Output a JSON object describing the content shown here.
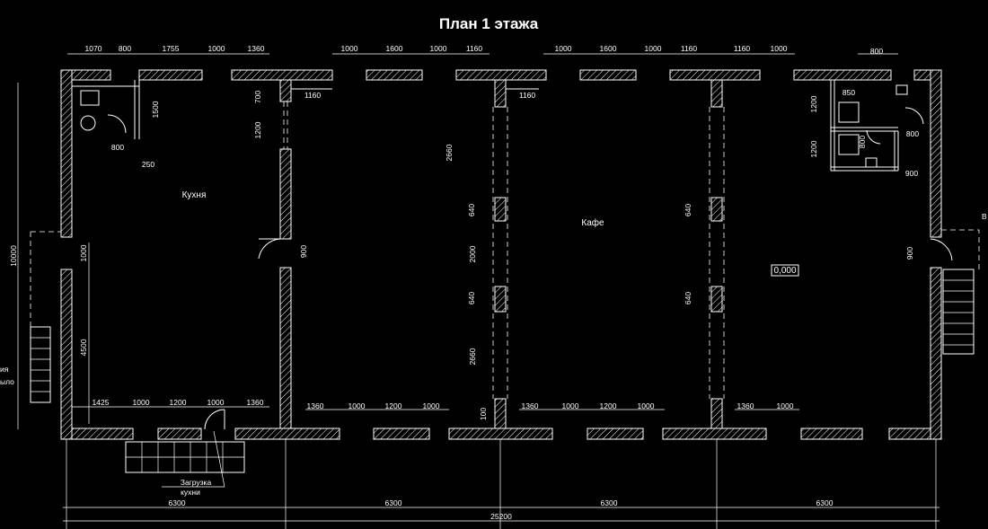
{
  "title": "План 1 этажа",
  "rooms": {
    "kitchen": "Кухня",
    "cafe": "Кафе",
    "level": "0,000",
    "loading_line1": "Загрузка",
    "loading_line2": "кухни",
    "side_left_1": "ия",
    "side_left_2": "ыло",
    "side_right": "В"
  },
  "dims_top": [
    "1070",
    "800",
    "1755",
    "1000",
    "1360",
    "1000",
    "1600",
    "1000",
    "1160",
    "1000",
    "1600",
    "1000",
    "1160",
    "1160",
    "1000",
    "800"
  ],
  "dims_inner": {
    "d700": "700",
    "d1160a": "1160",
    "d1160b": "1160",
    "d1500": "1500",
    "d1200a": "1200",
    "d800a": "800",
    "d250": "250",
    "d2660a": "2660",
    "d640a": "640",
    "d2000": "2000",
    "d640b": "640",
    "d2660b": "2660",
    "d100": "100",
    "d640c": "640",
    "d640d": "640",
    "d900a": "900",
    "d1000a": "1000",
    "d4500": "4500",
    "d10000": "10000",
    "d1200b": "1200",
    "d1200c": "1200",
    "d850": "850",
    "d800b": "800",
    "d800c": "800",
    "d900b": "900",
    "d900c": "900"
  },
  "dims_bottom": [
    "1425",
    "1000",
    "1200",
    "1000",
    "1360",
    "1360",
    "1000",
    "1200",
    "1000",
    "1360",
    "1000",
    "1200",
    "1000",
    "1360",
    "1000"
  ],
  "dims_axes": [
    "6300",
    "6300",
    "6300",
    "6300"
  ],
  "dim_total": "25200"
}
